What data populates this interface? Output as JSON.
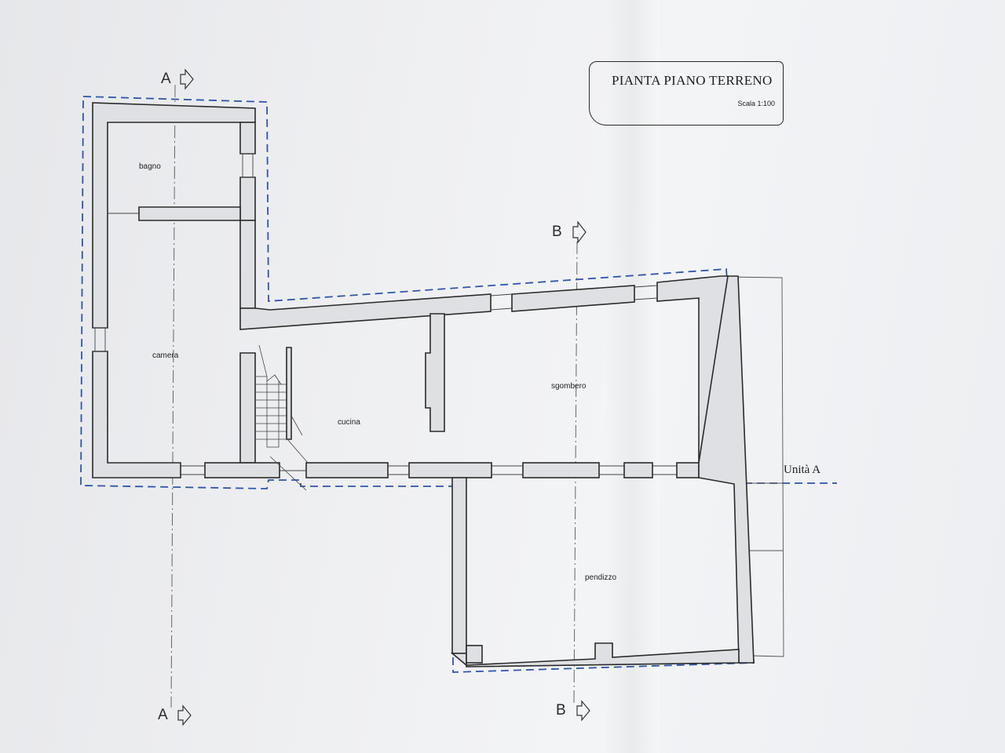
{
  "title": "PIANTA PIANO TERRENO",
  "scale": "Scala 1:100",
  "rooms": {
    "bagno": "bagno",
    "camera": "camera",
    "cucina": "cucina",
    "sgombero": "sgombero",
    "pendizzo": "pendizzo"
  },
  "sections": {
    "a_top": "A",
    "a_bottom": "A",
    "b_top": "B",
    "b_bottom": "B"
  },
  "unit_label": "Unità A",
  "colors": {
    "wall_outline": "#2a2a2a",
    "wall_fill": "#dfe0e3",
    "boundary_dash": "#2f55a8",
    "axis_line": "#555555"
  }
}
